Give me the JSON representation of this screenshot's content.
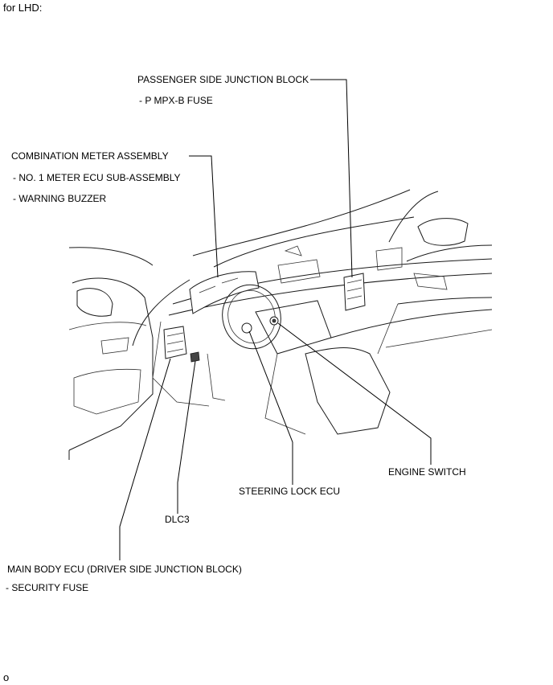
{
  "header": {
    "title": "for LHD:"
  },
  "labels": {
    "passenger_jb": "PASSENGER SIDE JUNCTION BLOCK",
    "passenger_jb_sub": "- P MPX-B FUSE",
    "combo_meter": "COMBINATION METER ASSEMBLY",
    "combo_meter_sub1": "- NO. 1 METER ECU SUB-ASSEMBLY",
    "combo_meter_sub2": "- WARNING BUZZER",
    "engine_switch": "ENGINE SWITCH",
    "steering_lock": "STEERING LOCK ECU",
    "dlc3": "DLC3",
    "main_body_ecu": "MAIN BODY ECU (DRIVER SIDE JUNCTION BLOCK)",
    "main_body_ecu_sub": "- SECURITY FUSE"
  },
  "footer": {
    "code": "o"
  }
}
